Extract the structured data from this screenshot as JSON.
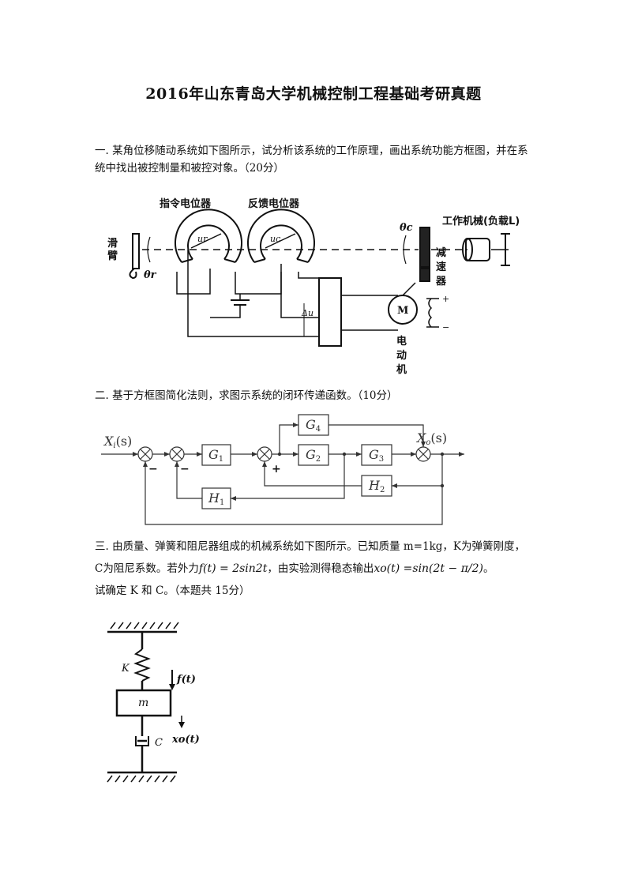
{
  "title": "2016年山东青岛大学机械控制工程基础考研真题",
  "q1": {
    "text": "一. 某角位移随动系统如下图所示，试分析该系统的工作原理，画出系统功能方框图，并在系统中找出被控制量和被控对象。（20分）",
    "labels": {
      "command_pot": "指令电位器",
      "feedback_pot": "反馈电位器",
      "slider": [
        "滑",
        "臂"
      ],
      "theta_r": "θr",
      "theta_c": "θc",
      "ur": "ur",
      "uc": "uc",
      "delta_u": "Δu",
      "machine": "工作机械(负载L)",
      "reducer": [
        "减",
        "速",
        "器"
      ],
      "motor": "M",
      "motor_label": [
        "电",
        "动",
        "机"
      ],
      "plus": "+",
      "minus": "−"
    }
  },
  "q2": {
    "text": "二. 基于方框图简化法则，求图示系统的闭环传递函数。（10分）",
    "blocks": {
      "G1": "G",
      "G1s": "1",
      "G2": "G",
      "G2s": "2",
      "G3": "G",
      "G3s": "3",
      "G4": "G",
      "G4s": "4",
      "H1": "H",
      "H1s": "1",
      "H2": "H",
      "H2s": "2"
    },
    "input": "X",
    "input_sub": "i",
    "input_arg": "(s)",
    "output": "X",
    "output_sub": "o",
    "output_arg": "(s)",
    "signs": {
      "minus1": "−",
      "minus2": "−",
      "plus": "+"
    }
  },
  "q3": {
    "line1": "三. 由质量、弹簧和阻尼器组成的机械系统如下图所示。已知质量 m=1kg，K为弹簧刚度，",
    "line2a": "C为阻尼系数。若外力",
    "force": "f(t)  = 2sin2t",
    "line2b": "，由实验测得稳态输出",
    "output_expr": "xo(t)  =sin(2t − π/2)",
    "line2c": "。",
    "line3": "试确定 K 和 C。（本题共 15分）",
    "labels": {
      "K": "K",
      "C": "C",
      "m": "m",
      "f": "f(t)",
      "xo": "xo(t)"
    }
  }
}
